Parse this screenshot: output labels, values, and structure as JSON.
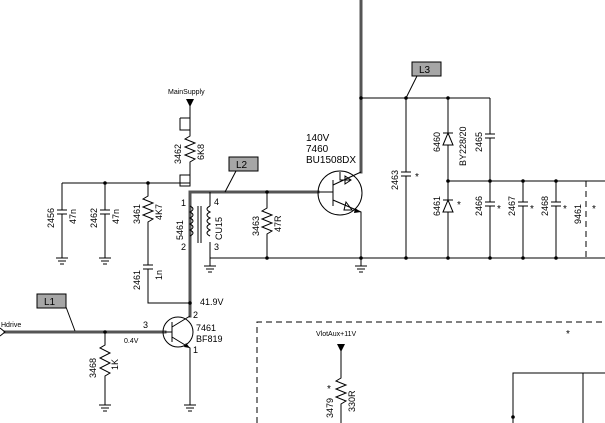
{
  "net_tags": {
    "l1": "L1",
    "l2": "L2",
    "l3": "L3"
  },
  "nets": {
    "main_supply": "MainSupply",
    "hdrive": "Hdrive",
    "vlot_aux": "VlotAux+11V",
    "voltage_collector": "41.9V",
    "voltage_base": "0.4V"
  },
  "transistors": {
    "q7460": {
      "voltage": "140V",
      "ref": "7460",
      "part": "BU1508DX"
    },
    "q7461": {
      "ref": "7461",
      "part": "BF819",
      "pin_b": "3",
      "pin_c": "2",
      "pin_e": "1"
    }
  },
  "transformer": {
    "ref": "5461",
    "part": "CU15",
    "pin1": "1",
    "pin2": "2",
    "pin3": "3",
    "pin4": "4"
  },
  "resistors": [
    {
      "ref": "3462",
      "value": "6K8"
    },
    {
      "ref": "3461",
      "value": "4K7"
    },
    {
      "ref": "3463",
      "value": "47R"
    },
    {
      "ref": "3468",
      "value": "1K"
    },
    {
      "ref": "3479",
      "value": "330R"
    }
  ],
  "capacitors": [
    {
      "ref": "2456",
      "value": "47n"
    },
    {
      "ref": "2462",
      "value": "47n"
    },
    {
      "ref": "2461",
      "value": "1n"
    },
    {
      "ref": "2463"
    },
    {
      "ref": "2465"
    },
    {
      "ref": "2466"
    },
    {
      "ref": "2467"
    },
    {
      "ref": "2468"
    },
    {
      "ref": "9461"
    }
  ],
  "diodes": [
    {
      "ref": "6460",
      "part": "BY228/20"
    },
    {
      "ref": "6461"
    }
  ],
  "marker": "*"
}
